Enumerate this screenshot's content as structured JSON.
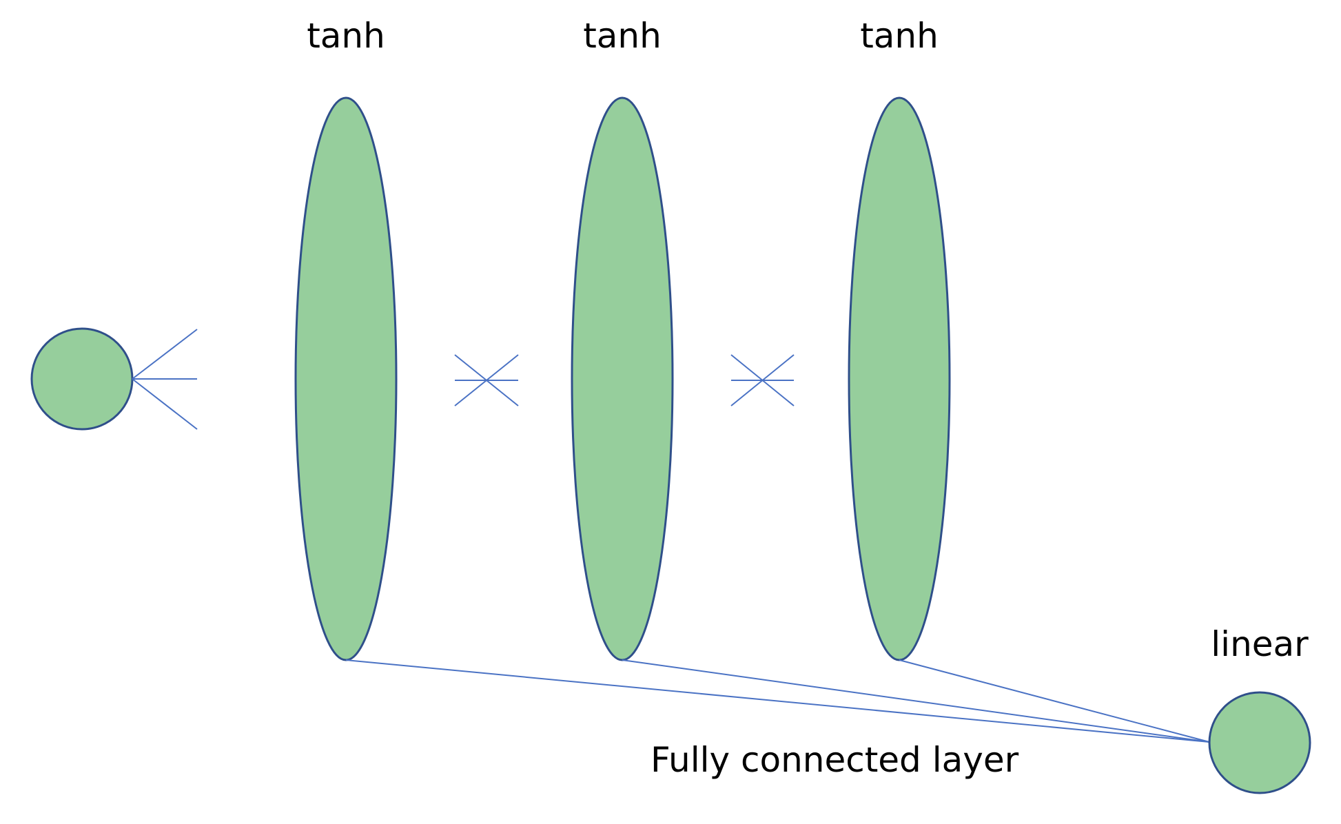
{
  "diagram": {
    "layer_labels": [
      "tanh",
      "tanh",
      "tanh"
    ],
    "output_label": "linear",
    "connection_label": "Fully connected layer",
    "colors": {
      "node_fill": "#96ce9c",
      "node_stroke": "#2f4f8a",
      "edge": "#4a72c4"
    }
  }
}
